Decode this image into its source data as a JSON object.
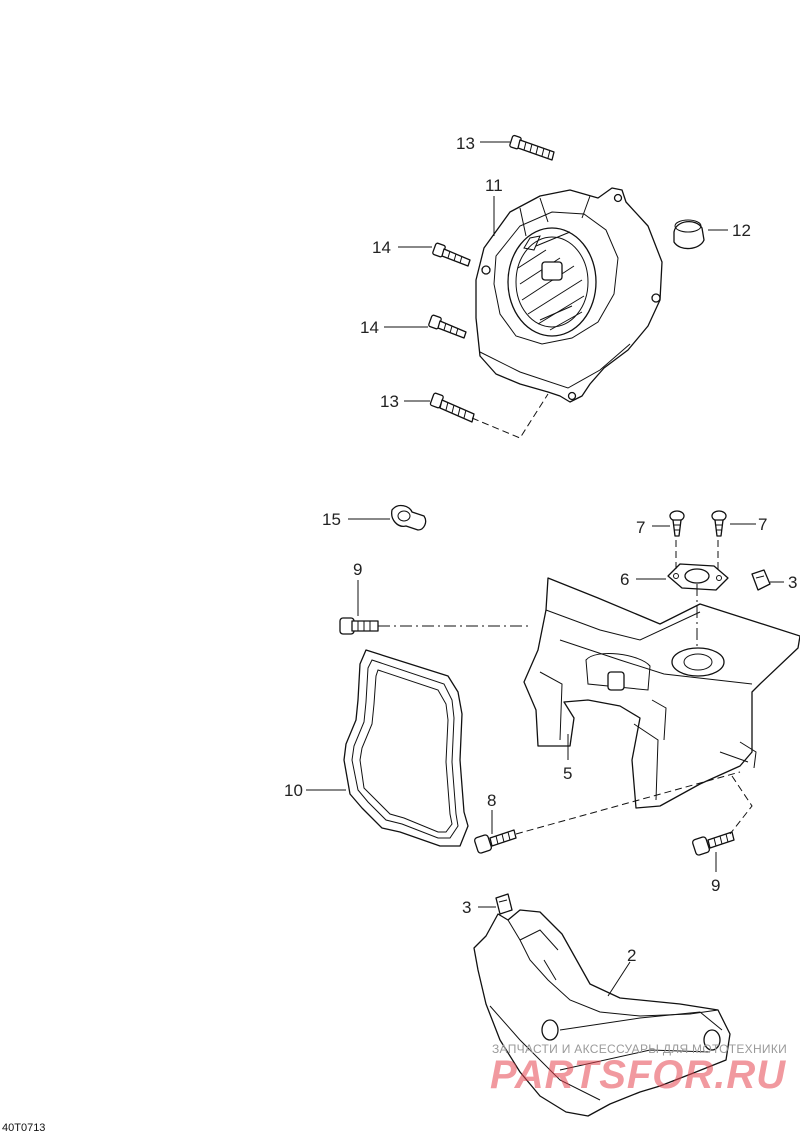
{
  "diagram": {
    "code": "40T0713",
    "callouts": {
      "c13a": "13",
      "c11": "11",
      "c12": "12",
      "c14a": "14",
      "c14b": "14",
      "c13b": "13",
      "c15": "15",
      "c9a": "9",
      "c7a": "7",
      "c7b": "7",
      "c6": "6",
      "c3a": "3",
      "c5": "5",
      "c10": "10",
      "c8": "8",
      "c9b": "9",
      "c3b": "3",
      "c2": "2"
    }
  },
  "watermark": {
    "caption": "ЗАПЧАСТИ И АКСЕССУАРЫ ДЛЯ МОТОТЕХНИКИ",
    "brand": "PARTSFOR.RU"
  }
}
